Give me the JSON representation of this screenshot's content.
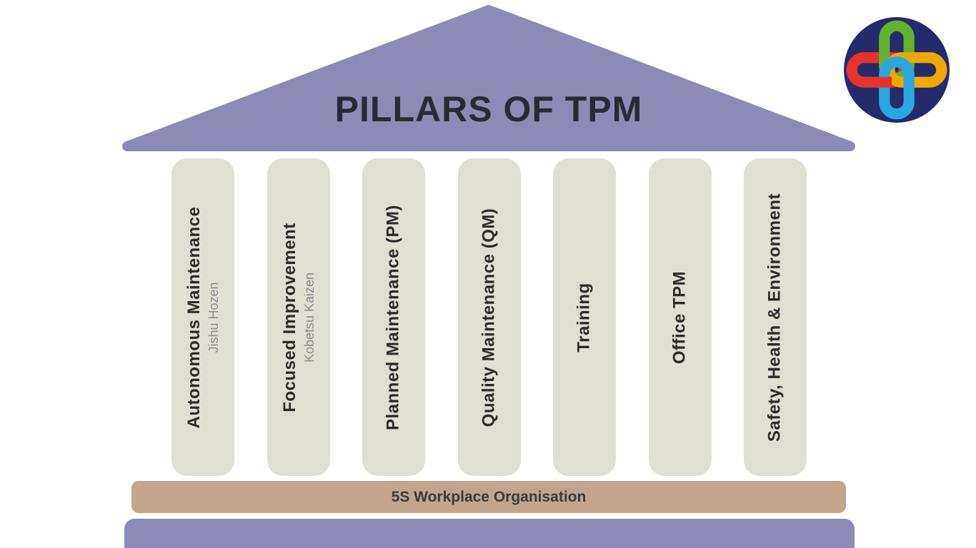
{
  "title": "PILLARS OF TPM",
  "pillars": [
    {
      "label": "Autonomous Maintenance",
      "sublabel": "Jishu Hozen"
    },
    {
      "label": "Focused Improvement",
      "sublabel": "Kobetsu Kaizen"
    },
    {
      "label": "Planned Maintenance (PM)"
    },
    {
      "label": "Quality Maintenance (QM)"
    },
    {
      "label": "Training"
    },
    {
      "label": "Office TPM"
    },
    {
      "label": "Safety, Health & Environment"
    }
  ],
  "foundation": {
    "label": "5S Workplace Organisation"
  },
  "logo": {
    "name": "interlocking-links-logo"
  },
  "colors": {
    "roof": "#8d8bb5",
    "pillar": "#e0dfd3",
    "base_5s": "#c2a58c",
    "title_ink": "#2a2a33",
    "pillar_ink": "#2b2b2b",
    "pillar_sub": "#8d8c90",
    "logo_navy": "#252a6d",
    "logo_green": "#64b32e",
    "logo_red": "#e6332a",
    "logo_yellow": "#f0a800",
    "logo_blue": "#2aa7df"
  }
}
